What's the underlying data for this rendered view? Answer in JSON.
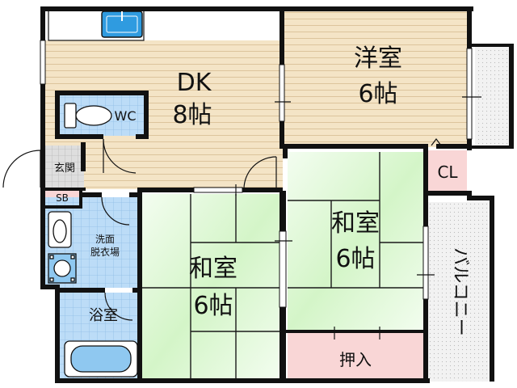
{
  "rooms": {
    "dk": {
      "name": "DK",
      "size": "8帖"
    },
    "western": {
      "name": "洋室",
      "size": "6帖"
    },
    "washitsu_right": {
      "name": "和室",
      "size": "6帖"
    },
    "washitsu_left": {
      "name": "和室",
      "size": "6帖"
    },
    "toilet": {
      "name": "WC"
    },
    "entrance": {
      "name": "玄関"
    },
    "shoe_box": {
      "name": "SB"
    },
    "washroom": {
      "line1": "洗面",
      "line2": "脱衣場"
    },
    "bath": {
      "name": "浴室"
    },
    "closet": {
      "name": "CL"
    },
    "oshiire": {
      "name": "押入"
    },
    "balcony": {
      "name": "バルコニー"
    }
  },
  "colors": {
    "wood_floor": "#f4e4c6",
    "wood_line": "#d9c29a",
    "tatami": "#d9f7cf",
    "tatami_line": "#1a1a1a",
    "tile_blue": "#b9d9f7",
    "pink": "#f9d6d6",
    "balcony_gray": "#e6e6e6",
    "sink_blue": "#2f9be0",
    "wall": "#111111"
  }
}
